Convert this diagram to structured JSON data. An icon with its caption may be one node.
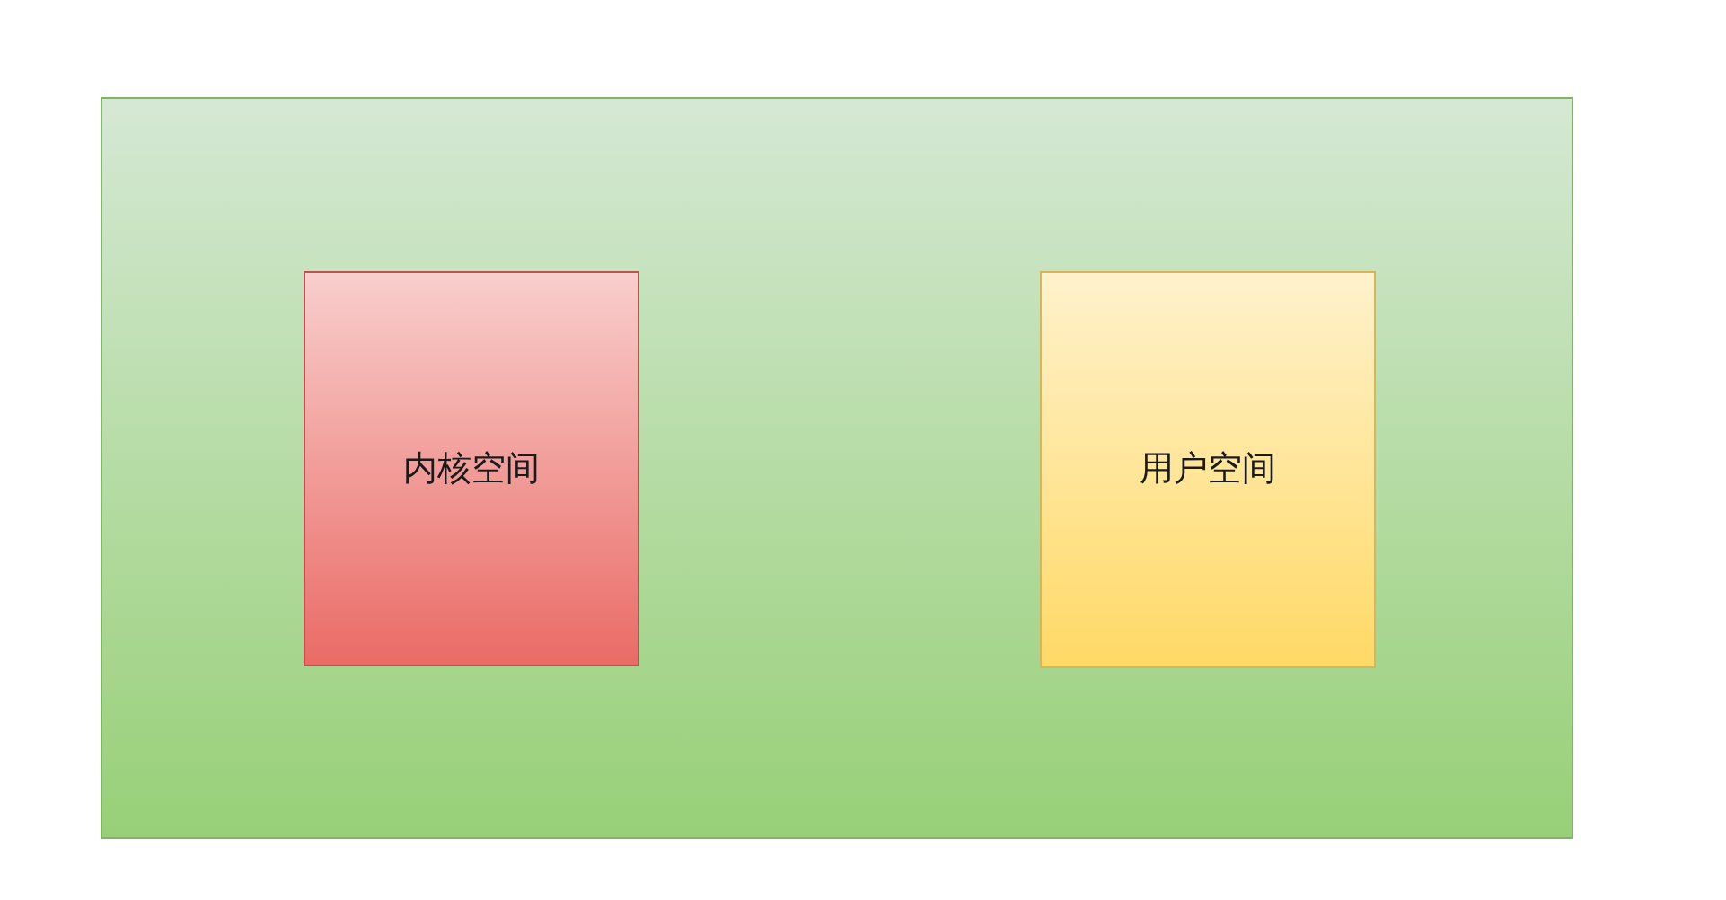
{
  "diagram": {
    "nodes": [
      {
        "text": [],
        "shape": "box"
      },
      {
        "text": [
          "内核空间"
        ],
        "in": 0
      },
      {
        "text": [
          "用户空间"
        ],
        "in": 0
      }
    ]
  }
}
